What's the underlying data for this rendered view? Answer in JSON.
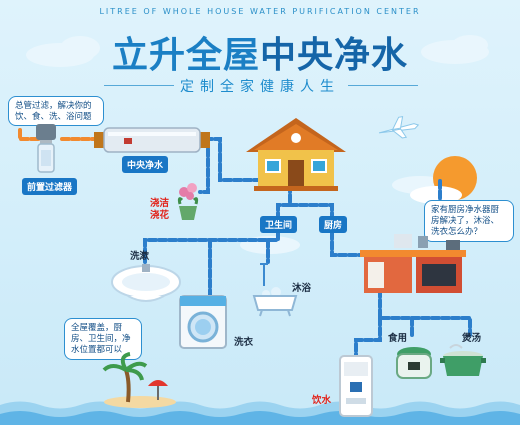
{
  "header": {
    "subtitle_en": "LITREE OF WHOLE HOUSE WATER PURIFICATION CENTER",
    "title_part1": "立升全屋",
    "title_part2": "中央净水",
    "slogan": "定制全家健康人生"
  },
  "bubbles": {
    "main_pipe": "总管过滤，解决你的饮、食、洗、浴问题",
    "kitchen": "家有厨房净水器厨房解决了，沐浴、洗衣怎么办？",
    "coverage": "全屋覆盖，厨房、卫生间，净水位置都可以"
  },
  "labels": {
    "pre_filter": "前置过滤器",
    "central": "中央净水",
    "bathroom": "卫生间",
    "kitchen": "厨房",
    "wash_face": "洗漱",
    "shower": "沐浴",
    "laundry": "洗衣",
    "water_line1": "浇洁",
    "water_line2": "浇花",
    "eat": "食用",
    "soup": "煲汤",
    "drink": "饮水"
  },
  "colors": {
    "pipe": "#2c7ecb",
    "orange_pipe": "#f28a2f",
    "accent_red": "#e2231a",
    "title_blue": "#1b7fc4"
  }
}
